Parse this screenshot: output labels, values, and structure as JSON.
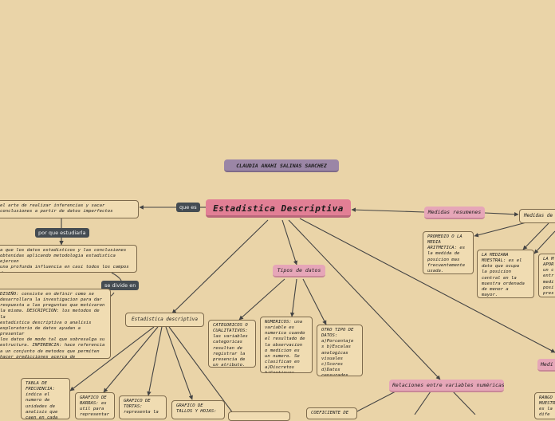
{
  "author": "CLAUDIA ANAHI SALINAS SANCHEZ",
  "main_topic": "Estadistica Descriptiva",
  "labels": {
    "que_es": "que es",
    "por_que_estudiarla": "por que estudiarla",
    "se_divide_en": "se divide en"
  },
  "nodes": {
    "definition": "el arte de realizar inferencias y sacar\nconclusiones a partir de datos imperfectos",
    "reason": "a que los datos estadisticos y las conclusiones\nobtenidas aplicando metodologia estadistica ejercen\nuna profunda influencia en casi todos los campos de\nla actividad humana.",
    "division": "DISEÑO: consiste en definir como se\ndesarrollara la investigacion para dar\nrespuesta a las preguntas que motivaron\nla misma. DESCRIPCION: los metodos de la\nestadistica descriptiva o analisis\nexploratorio de datos ayudan a presentar\nlos datos de modo tal que sobresalga su\nestructura. INFERENCIA: hace referencia\na un conjunto de metodos que permiten\nhacer predicciones acerca de\ncaracteristicas de un fenomeno sobre la\nbase de informacion parcial acerca del\nmismo",
    "estadistica_descriptiva": "Estadistica descriptiva",
    "tabla_frecuencia": "TABLA DE\nFRECUENCIA:\nindica el\nnumero de\nunidades de\nanalisis que\ncaen en cada",
    "grafico_barras": "GRAFICO DE\nBARRAS: es\nutil para\nrepresentar",
    "grafico_tortas": "GRAFICO DE\nTORTAS:\nrepresenta la",
    "grafico_tallos": "GRAFICO DE\nTALLOS Y HOJAS:",
    "tipos_de_datos": "Tipos de datos",
    "categoricos": "CATEGORICOS O\nCUALITATIVOS:\nlas variables\ncategoricas\nresultan de\nregistrar la\npresencia de\nun atributo.",
    "numericos": "NUMERICOS: una\nvariable es\nnumerica cuando\nel resultado de\nla observacion\no medicion es\nun numero. Se\nclasifican en\na)Discretos\nb)Continuos.",
    "otro_tipo": "OTRO TIPO DE\nDATOS:\na)Porcentaje\ns  b)Escalas\nanalogicas\nvisuales\nc)Scores\nd)Datos\ncensurados",
    "relaciones": "Relaciones entre variables numéricas",
    "coeficiente": "COEFICIENTE DE",
    "medidas_resumenes": "Medidas resumenes",
    "medidas_de": "Medidas de p",
    "promedio": "PROMEDIO O LA\nMEDIA\nARITMETICA: es\nla medida de\nposicion mas\nfrecuentemente\nusada.",
    "mediana": "LA MEDIANA\nMUESTRAL: es el\ndato que ocupa\nla posicion\ncentral en la\nmuestra ordenada\nde menor a\nmayor.",
    "la_m": "LA M\nAPOR\nun c\nentr\nmedi\nposi\npres",
    "medi": "Medi",
    "rango": "RANGO\nMUESTR\nes la\ndife"
  },
  "colors": {
    "background": "#ead4a8",
    "main_node": "#e27f95",
    "author_node": "#9b86a6",
    "pink_node": "#e6a6b8",
    "tag": "#454c52",
    "line": "#444444"
  }
}
